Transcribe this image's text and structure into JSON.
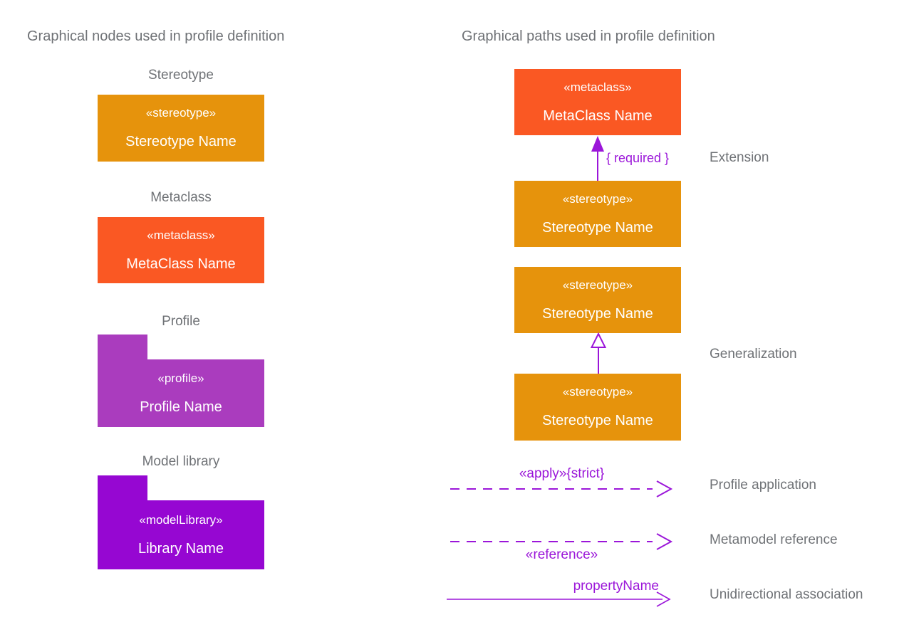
{
  "left_panel": {
    "title": "Graphical nodes used in profile definition",
    "stereotype": {
      "label": "Stereotype",
      "keyword": "«stereotype»",
      "name": "Stereotype Name"
    },
    "metaclass": {
      "label": "Metaclass",
      "keyword": "«metaclass»",
      "name": "MetaClass Name"
    },
    "profile": {
      "label": "Profile",
      "keyword": "«profile»",
      "name": "Profile Name"
    },
    "model_library": {
      "label": "Model library",
      "keyword": "«modelLibrary»",
      "name": "Library Name"
    }
  },
  "right_panel": {
    "title": "Graphical paths used in profile definition",
    "extension": {
      "metaclass_keyword": "«metaclass»",
      "metaclass_name": "MetaClass Name",
      "stereotype_keyword": "«stereotype»",
      "stereotype_name": "Stereotype Name",
      "annotation": "{ required }",
      "label": "Extension"
    },
    "generalization": {
      "parent_keyword": "«stereotype»",
      "parent_name": "Stereotype Name",
      "child_keyword": "«stereotype»",
      "child_name": "Stereotype Name",
      "label": "Generalization"
    },
    "profile_application": {
      "annotation": "«apply»{strict}",
      "label": "Profile application"
    },
    "metamodel_reference": {
      "annotation": "«reference»",
      "label": "Metamodel reference"
    },
    "unidirectional_association": {
      "annotation": "propertyName",
      "label": "Unidirectional association"
    }
  },
  "colors": {
    "stereotype_orange": "#E6930C",
    "metaclass_red_orange": "#FA5823",
    "profile_purple": "#AA3CBE",
    "model_library_violet": "#9607D2",
    "path_purple": "#9B16D9",
    "label_gray": "#6F7276",
    "box_text_white": "#FFFFFF"
  }
}
